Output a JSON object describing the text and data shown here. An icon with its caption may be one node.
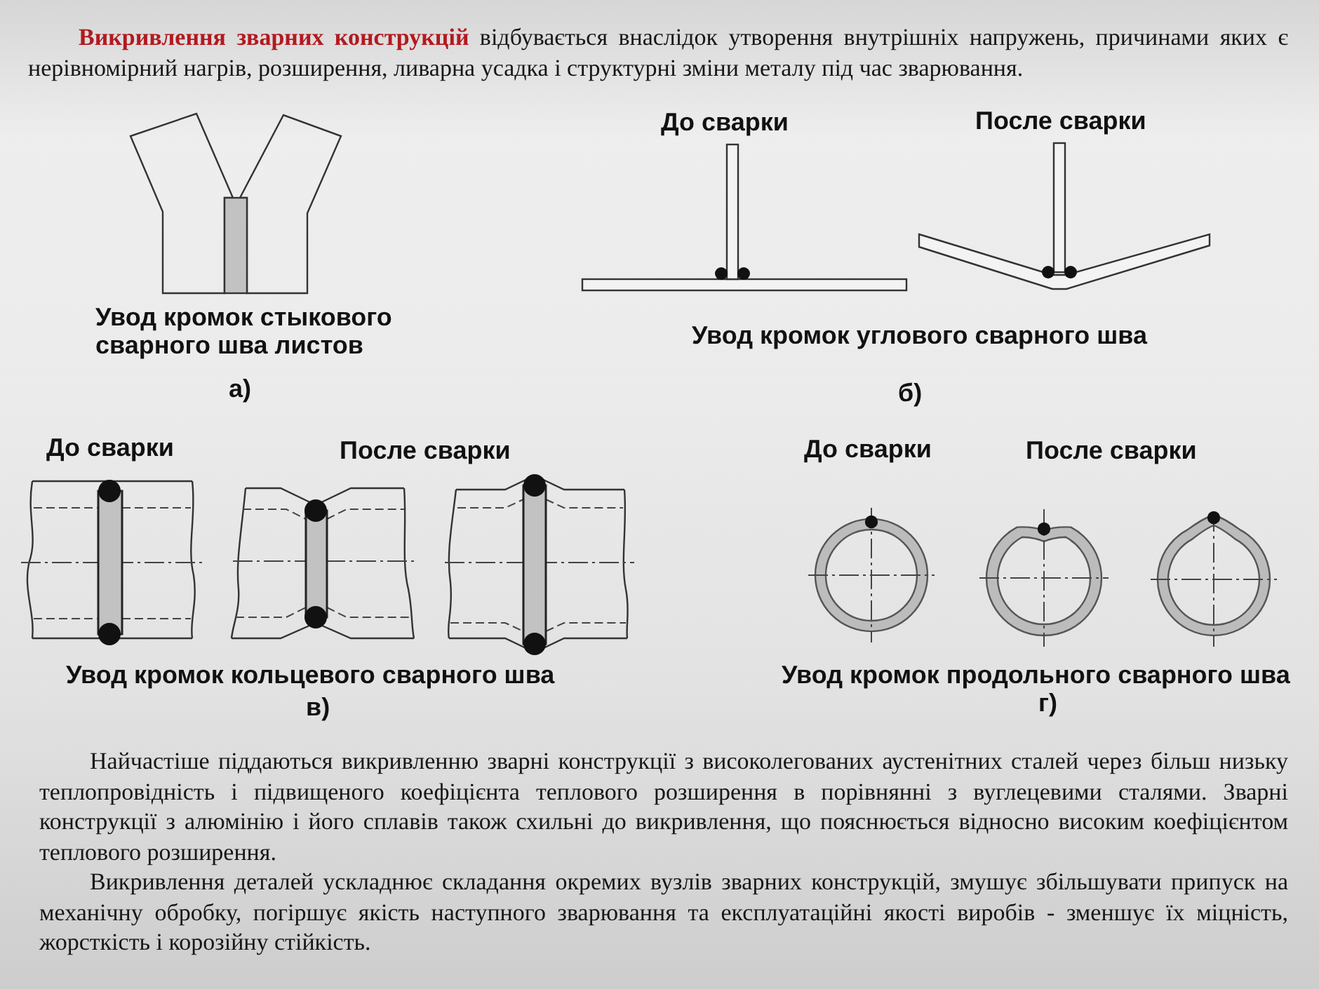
{
  "diagram": {
    "labels": [
      "**Викривлення зварних конструкцій** відбувається внаслідок утворення внутрішніх напружень, причинами яких є нерівномірний нагрів, розширення, ливарна усадка і структурні зміни металу під час зварювання.",
      "До сварки",
      "После сварки",
      "Увод кромок стыкового сварного шва листов",
      "Увод кромок углового сварного шва",
      "а)",
      "б)",
      "До сварки",
      "После сварки",
      "До сварки",
      "После сварки",
      "Увод кромок кольцевого сварного шва",
      "Увод кромок продольного сварного шва",
      "в)",
      "г)",
      "Найчастіше піддаються викривленню зварні конструкції з високолегованих аустенітних сталей через більш низьку теплопровідність і підвищеного коефіцієнта теплового розширення в порівнянні з вуглецевими сталями. Зварні конструкції з алюмінію і його сплавів також схильні до викривлення, що пояснюється відносно високим коефіцієнтом теплового розширення.",
      "Викривлення деталей ускладнює складання окремих вузлів зварних конструкцій, змушує збільшувати припуск на механічну обробку, погіршує якість наступного зварювання та експлуатаційні якості виробів - зменшує їх міцність, жорсткість і корозійну стійкість."
    ]
  }
}
